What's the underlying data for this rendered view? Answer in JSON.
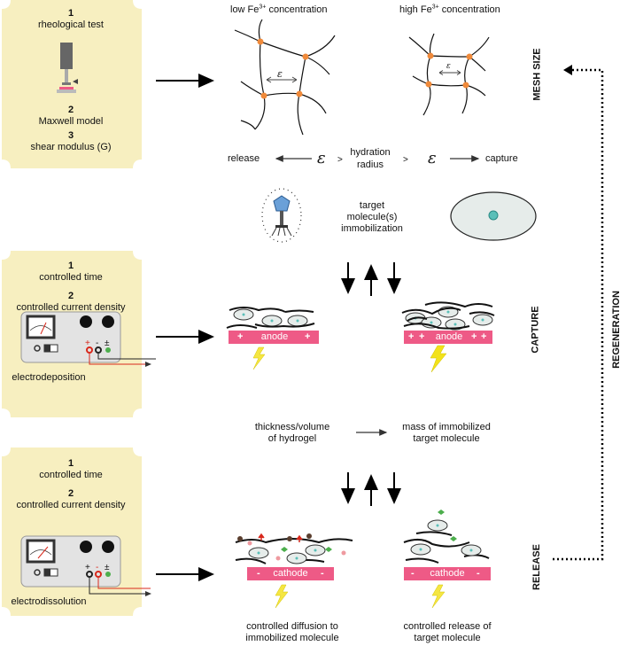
{
  "panels": {
    "mesh": {
      "step1_num": "1",
      "step1_label": "rheological test",
      "step2_num": "2",
      "step2_label": "Maxwell model",
      "step3_num": "3",
      "step3_label": "shear modulus (G)"
    },
    "capture": {
      "step1_num": "1",
      "step1_label": "controlled time",
      "step2_num": "2",
      "step2_label": "controlled current density",
      "device_label": "electrodeposition",
      "terminal_plus": "+",
      "terminal_minus": "-",
      "terminal_pm": "±"
    },
    "release": {
      "step1_num": "1",
      "step1_label": "controlled time",
      "step2_num": "2",
      "step2_label": "controlled current density",
      "device_label": "electrodissolution",
      "terminal_plus": "+",
      "terminal_minus": "-",
      "terminal_pm": "±"
    }
  },
  "mesh_section": {
    "low_label_prefix": "low Fe",
    "low_label_sup": "3+",
    "low_label_suffix": " concentration",
    "high_label_prefix": "high Fe",
    "high_label_sup": "3+",
    "high_label_suffix": " concentration",
    "epsilon": "ε",
    "side_label": "MESH SIZE",
    "release_word": "release",
    "capture_word": "capture",
    "greater": ">",
    "hydration_line1": "hydration",
    "hydration_line2": "radius",
    "target_line1": "target",
    "target_line2": "molecule(s)",
    "target_line3": "immobilization"
  },
  "capture_section": {
    "side_label": "CAPTURE",
    "anode_label": "anode",
    "plus": "+",
    "thickness_line1": "thickness/volume",
    "thickness_line2": "of hydrogel",
    "mass_line1": "mass of immobilized",
    "mass_line2": "target molecule"
  },
  "release_section": {
    "side_label": "RELEASE",
    "cathode_label": "cathode",
    "minus": "-",
    "diffusion_line1": "controlled diffusion to",
    "diffusion_line2": "immobilized molecule",
    "release_line1": "controlled release of",
    "release_line2": "target molecule"
  },
  "regeneration_label": "REGENERATION",
  "colors": {
    "panel_fill": "#f7efc0",
    "node_orange": "#f08a3a",
    "electrode_pink": "#ee5a86",
    "bolt_yellow": "#f5e642",
    "bolt_yellow_strong": "#f2e21a",
    "ellipse_fill": "#e6ecea",
    "dot_teal": "#5bbfb8",
    "green_icon": "#4cae4c",
    "red_wire": "#d8281c"
  }
}
